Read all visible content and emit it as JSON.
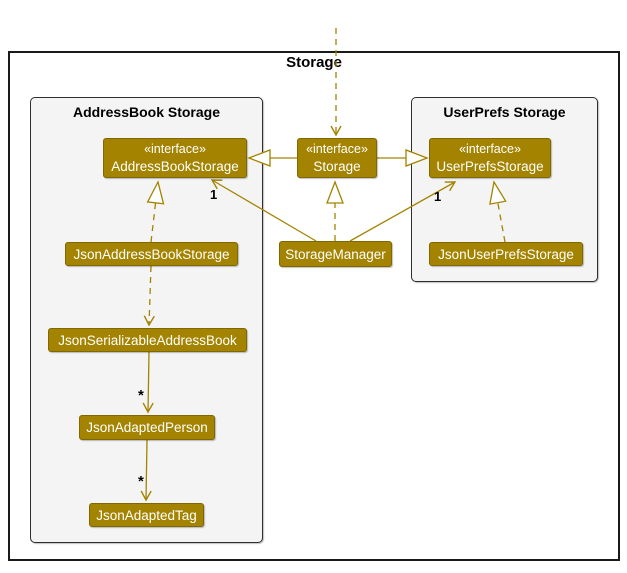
{
  "diagram": {
    "frame_title": "Storage",
    "packages": [
      {
        "title": "AddressBook Storage"
      },
      {
        "title": "UserPrefs Storage"
      }
    ],
    "classes": [
      {
        "stereotype": "«interface»",
        "name": "AddressBookStorage"
      },
      {
        "stereotype": "«interface»",
        "name": "Storage"
      },
      {
        "stereotype": "«interface»",
        "name": "UserPrefsStorage"
      },
      {
        "name": "JsonAddressBookStorage"
      },
      {
        "name": "StorageManager"
      },
      {
        "name": "JsonUserPrefsStorage"
      },
      {
        "name": "JsonSerializableAddressBook"
      },
      {
        "name": "JsonAdaptedPerson"
      },
      {
        "name": "JsonAdaptedTag"
      }
    ],
    "labels": [
      {
        "text": "1"
      },
      {
        "text": "1"
      },
      {
        "text": "*"
      },
      {
        "text": "*"
      }
    ],
    "colors": {
      "node_fill": "#A38300",
      "node_text": "#FFFFFF",
      "edge": "#A38300",
      "package_fill": "#F4F4F4",
      "frame_border": "#1A1A1A"
    }
  }
}
